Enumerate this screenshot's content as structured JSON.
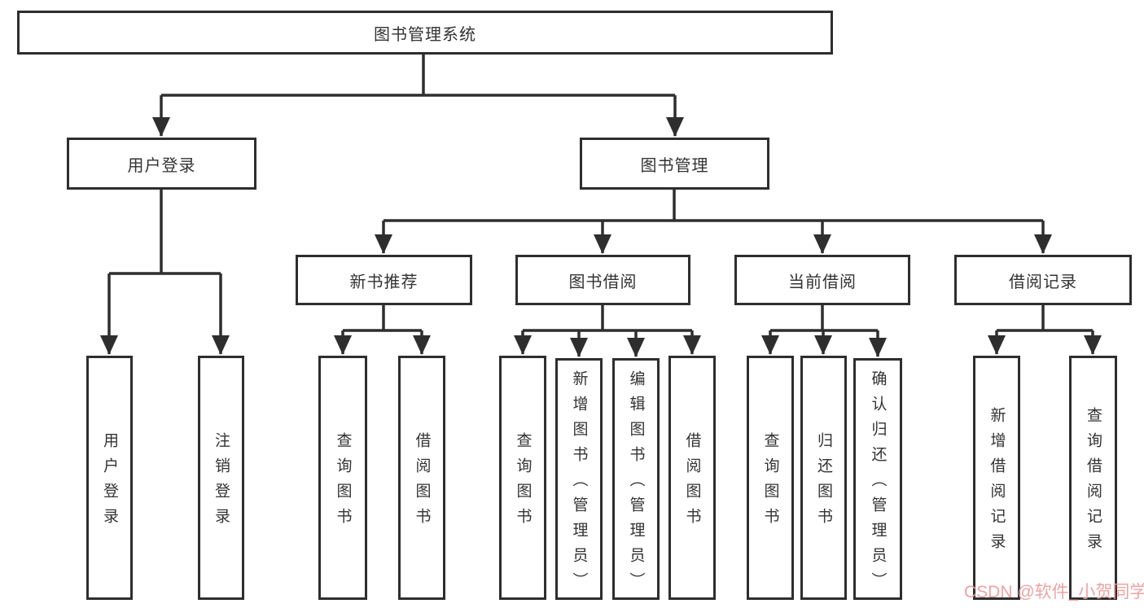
{
  "diagram_title": "图书管理系统",
  "colors": {
    "line": "#2e2e2e",
    "text": "#333333",
    "background": "#ffffff",
    "watermark": "#eb9b9b"
  },
  "nodes": {
    "root": {
      "label": "图书管理系统"
    },
    "user_login": {
      "label": "用户登录"
    },
    "book_mgmt": {
      "label": "图书管理"
    },
    "new_book_rec": {
      "label": "新书推荐"
    },
    "book_borrow": {
      "label": "图书借阅"
    },
    "current_borrow": {
      "label": "当前借阅"
    },
    "borrow_records": {
      "label": "借阅记录"
    },
    "user_login_leaf": {
      "label": "用户登录"
    },
    "logout_leaf": {
      "label": "注销登录"
    },
    "nb_query_books": {
      "label": "查询图书"
    },
    "nb_borrow_books": {
      "label": "借阅图书"
    },
    "bb_query_books": {
      "label": "查询图书"
    },
    "bb_add_books_admin": {
      "label": "新增图书（管理员）"
    },
    "bb_edit_books_admin": {
      "label": "编辑图书（管理员）"
    },
    "bb_borrow_books": {
      "label": "借阅图书"
    },
    "cb_query_books": {
      "label": "查询图书"
    },
    "cb_return_books": {
      "label": "归还图书"
    },
    "cb_confirm_return_admin": {
      "label": "确认归还（管理员）"
    },
    "br_add_record": {
      "label": "新增借阅记录"
    },
    "br_query_record": {
      "label": "查询借阅记录"
    }
  },
  "structure": {
    "root": [
      "user_login",
      "book_mgmt"
    ],
    "user_login": [
      "user_login_leaf",
      "logout_leaf"
    ],
    "book_mgmt": [
      "new_book_rec",
      "book_borrow",
      "current_borrow",
      "borrow_records"
    ],
    "new_book_rec": [
      "nb_query_books",
      "nb_borrow_books"
    ],
    "book_borrow": [
      "bb_query_books",
      "bb_add_books_admin",
      "bb_edit_books_admin",
      "bb_borrow_books"
    ],
    "current_borrow": [
      "cb_query_books",
      "cb_return_books",
      "cb_confirm_return_admin"
    ],
    "borrow_records": [
      "br_add_record",
      "br_query_record"
    ]
  },
  "watermark": {
    "text": "CSDN @软件_小贺同学"
  }
}
